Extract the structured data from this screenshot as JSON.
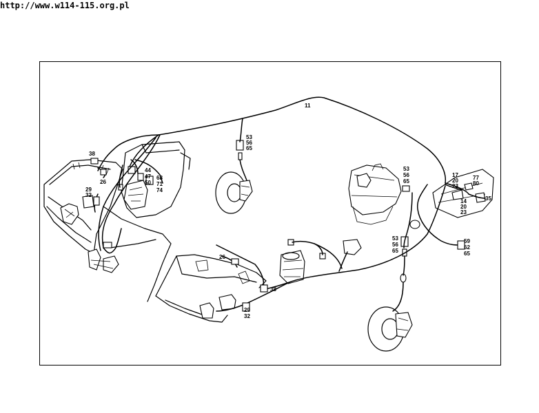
{
  "header": {
    "url": "http://www.w114-115.org.pl"
  },
  "labels": {
    "main_harness": "11",
    "fl_sensor_conn": [
      "53",
      "56",
      "65"
    ],
    "rear_right_conn": [
      "53",
      "56",
      "65"
    ],
    "rear_right_lower_conn": [
      "53",
      "56",
      "65"
    ],
    "rear_tail_conn": [
      "59",
      "62",
      "65"
    ],
    "rear_box_top": [
      "17",
      "20",
      "23"
    ],
    "rear_box_mid": [
      "77",
      "80"
    ],
    "rear_box_bottom": [
      "14",
      "20",
      "23"
    ],
    "rear_box_right": "35",
    "dash_left_top": "38",
    "dash_left_mid": "26",
    "dash_left_lower": [
      "29",
      "32"
    ],
    "dash_center": [
      "44",
      "47",
      "50"
    ],
    "dash_relay": [
      "68",
      "71",
      "74"
    ],
    "console_26": "26",
    "console_38": "38",
    "console_lower": [
      "29",
      "32"
    ]
  }
}
